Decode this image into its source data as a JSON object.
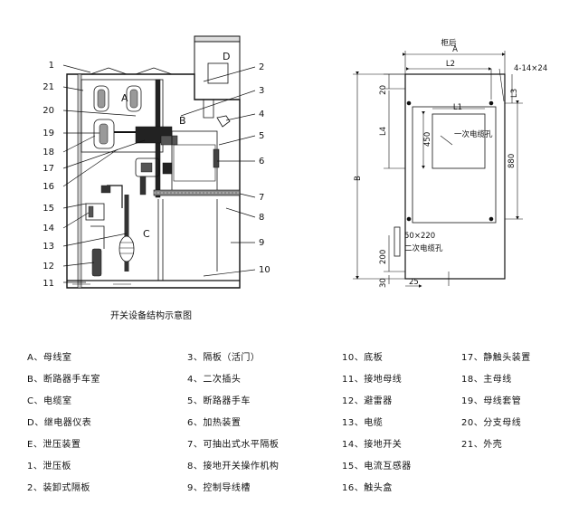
{
  "side_view": {
    "room_letters": {
      "a": "A",
      "b": "B",
      "c": "C",
      "d": "D"
    },
    "callouts": {
      "n1": "1",
      "n2": "2",
      "n3": "3",
      "n4": "4",
      "n5": "5",
      "n6": "6",
      "n7": "7",
      "n8": "8",
      "n9": "9",
      "n10": "10",
      "n11": "11",
      "n12": "12",
      "n13": "13",
      "n14": "14",
      "n15": "15",
      "n16": "16",
      "n17": "17",
      "n18": "18",
      "n19": "19",
      "n20": "20",
      "n21": "21"
    },
    "caption": "开关设备结构示意图"
  },
  "base_view": {
    "title": "柜后",
    "dim_A": "A",
    "dim_L2": "L2",
    "dim_holes": "4-14×24",
    "dim_20": "20",
    "dim_L3": "L3",
    "dim_L4": "L4",
    "dim_L1": "L1",
    "dim_450": "450",
    "cable_hole_1": "一次电缆孔",
    "dim_880": "880",
    "dim_B": "B",
    "dim_50x220": "50×220",
    "cable_hole_2": "二次电缆孔",
    "dim_200": "200",
    "dim_30": "30",
    "dim_25": "25"
  },
  "legend": {
    "col1": [
      "A、母线室",
      "B、断路器手车室",
      "C、电缆室",
      "D、继电器仪表",
      "E、泄压装置",
      "1、泄压板",
      "2、装卸式隔板"
    ],
    "col2": [
      "3、隔板（活门）",
      "4、二次插头",
      "5、断路器手车",
      "6、加热装置",
      "7、可抽出式水平隔板",
      "8、接地开关操作机构",
      "9、控制导线槽"
    ],
    "col3": [
      "10、底板",
      "11、接地母线",
      "12、避雷器",
      "13、电缆",
      "14、接地开关",
      "15、电流互感器",
      "16、触头盒"
    ],
    "col4": [
      "17、静触头装置",
      "18、主母线",
      "19、母线套管",
      "20、分支母线",
      "21、外壳"
    ]
  }
}
